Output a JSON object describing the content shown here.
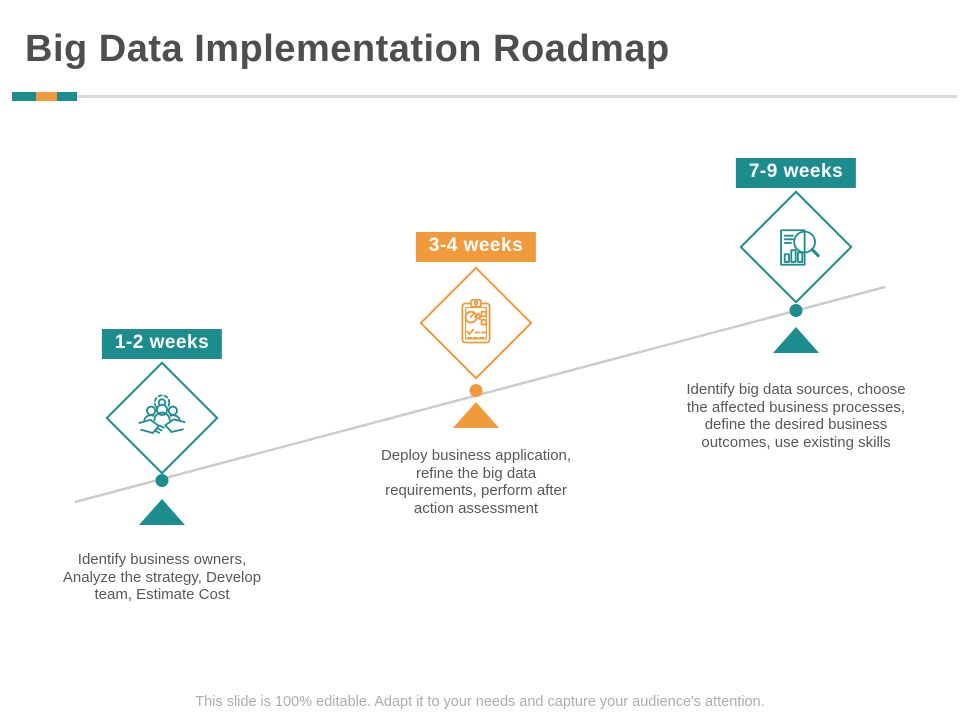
{
  "header": {
    "title": "Big Data Implementation Roadmap"
  },
  "accent_colors": {
    "teal": "#1c8c8e",
    "orange": "#f09a3c",
    "title_gray": "#4d4e50",
    "body_gray": "#57585a",
    "timeline_gray": "#cccccc"
  },
  "timeline": {
    "milestones": [
      {
        "duration": "1-2 weeks",
        "color": "#1c8c8e",
        "icon": "team-handshake-icon",
        "desc_lines": [
          "Identify business owners,",
          "Analyze the strategy, Develop",
          "team, Estimate Cost"
        ]
      },
      {
        "duration": "3-4 weeks",
        "color": "#f09a3c",
        "icon": "clipboard-report-icon",
        "desc_lines": [
          "Deploy business application,",
          "refine the big data",
          "requirements, perform after",
          "action assessment"
        ]
      },
      {
        "duration": "7-9 weeks",
        "color": "#1c8c8e",
        "icon": "chart-magnifier-icon",
        "desc_lines": [
          "Identify big data sources, choose",
          "the affected business processes,",
          "define the desired business",
          "outcomes, use existing skills"
        ]
      }
    ]
  },
  "footer": {
    "note": "This slide is 100% editable. Adapt it to your needs and capture your audience's attention."
  }
}
